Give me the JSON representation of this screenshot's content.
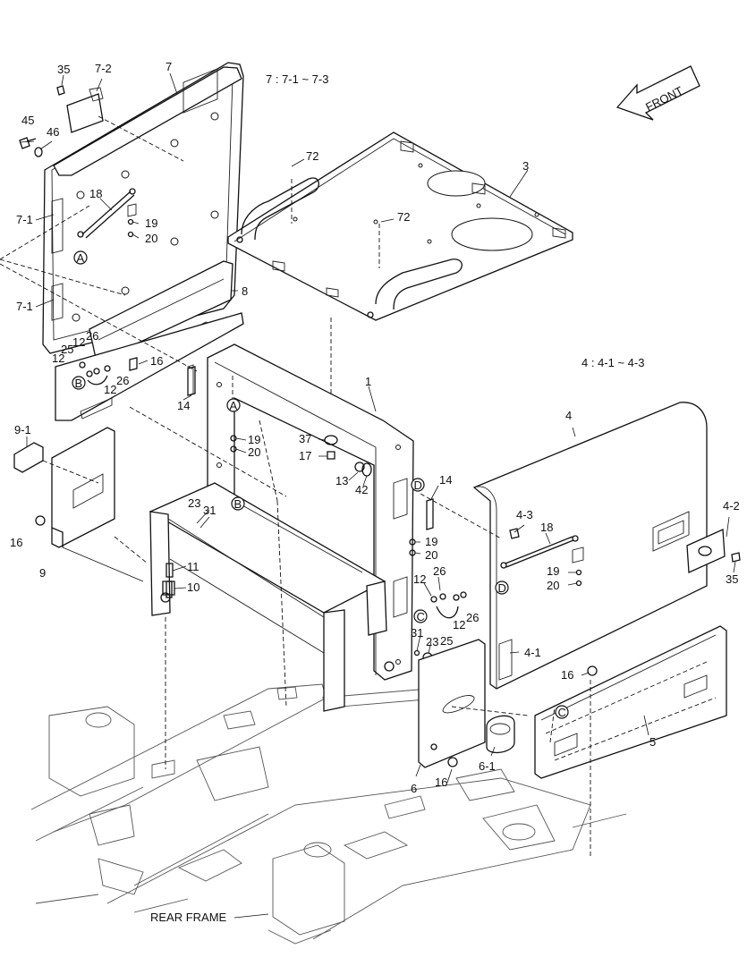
{
  "notes": {
    "group7": "7 : 7-1 ~ 7-3",
    "group4": "4 : 4-1 ~ 4-3",
    "front": "FRONT",
    "rear_frame": "REAR FRAME"
  },
  "callouts": {
    "c35a": "35",
    "c7_2": "7-2",
    "c7": "7",
    "c45": "45",
    "c46": "46",
    "c18a": "18",
    "c19a": "19",
    "c20a": "20",
    "c7_1a": "7-1",
    "c7_1b": "7-1",
    "c8": "8",
    "c72a": "72",
    "c72b": "72",
    "c3": "3",
    "c12a": "12",
    "c25a": "25",
    "c12b": "12",
    "c26a": "26",
    "c12c": "12",
    "c26b": "26",
    "c16a": "16",
    "c14a": "14",
    "c1": "1",
    "c19b": "19",
    "c20b": "20",
    "c37": "37",
    "c17": "17",
    "c13": "13",
    "c42": "42",
    "c9_1": "9-1",
    "c16b": "16",
    "c9": "9",
    "c23a": "23",
    "c31a": "31",
    "c11": "11",
    "c10": "10",
    "c4": "4",
    "c4_2": "4-2",
    "c35b": "35",
    "c14b": "14",
    "c4_3": "4-3",
    "c18b": "18",
    "c19c": "19",
    "c20c": "20",
    "c19d": "19",
    "c20d": "20",
    "c26c": "26",
    "c12d": "12",
    "c12e": "12",
    "c26d": "26",
    "c25b": "25",
    "c31b": "31",
    "c23b": "23",
    "c4_1": "4-1",
    "c16c": "16",
    "c5": "5",
    "c6_1": "6-1",
    "c16d": "16",
    "c6": "6"
  },
  "refs": {
    "A1": "A",
    "A2": "A",
    "B1": "B",
    "B2": "B",
    "C1": "C",
    "C2": "C",
    "D1": "D",
    "D2": "D"
  }
}
